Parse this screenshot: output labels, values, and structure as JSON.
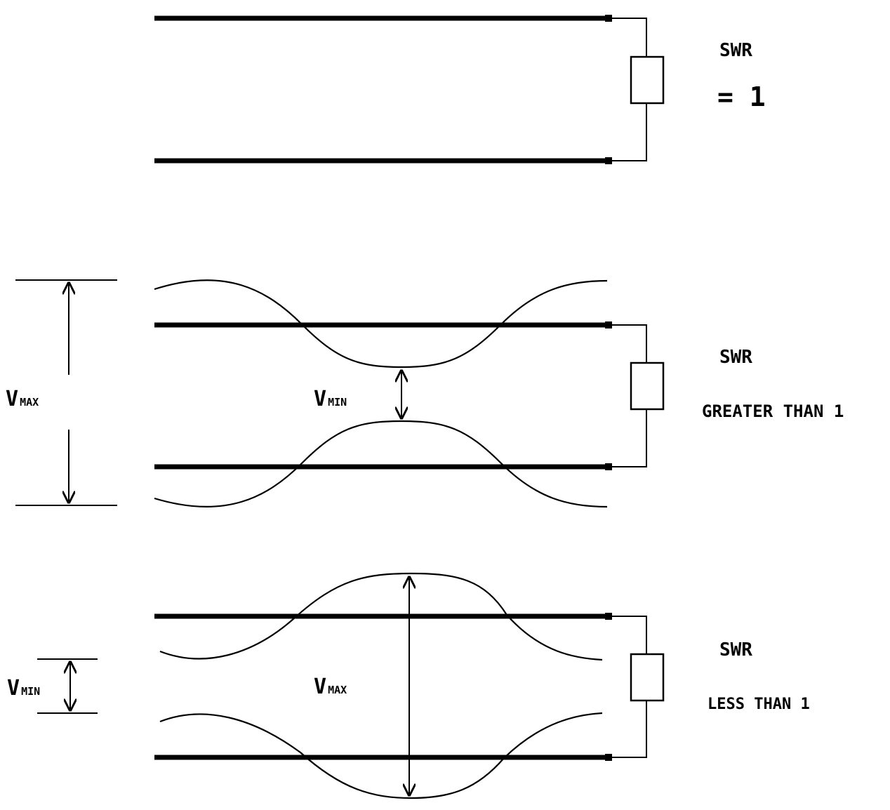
{
  "diagram": {
    "panel_matched": {
      "swr_label": "SWR",
      "swr_value": "= 1"
    },
    "panel_greater": {
      "swr_label": "SWR",
      "swr_value": "GREATER THAN 1",
      "vmax_main": "V",
      "vmax_sub": "MAX",
      "vmin_main": "V",
      "vmin_sub": "MIN"
    },
    "panel_less": {
      "swr_label": "SWR",
      "swr_value": "LESS THAN 1",
      "vmin_main": "V",
      "vmin_sub": "MIN",
      "vmax_main": "V",
      "vmax_sub": "MAX"
    }
  }
}
